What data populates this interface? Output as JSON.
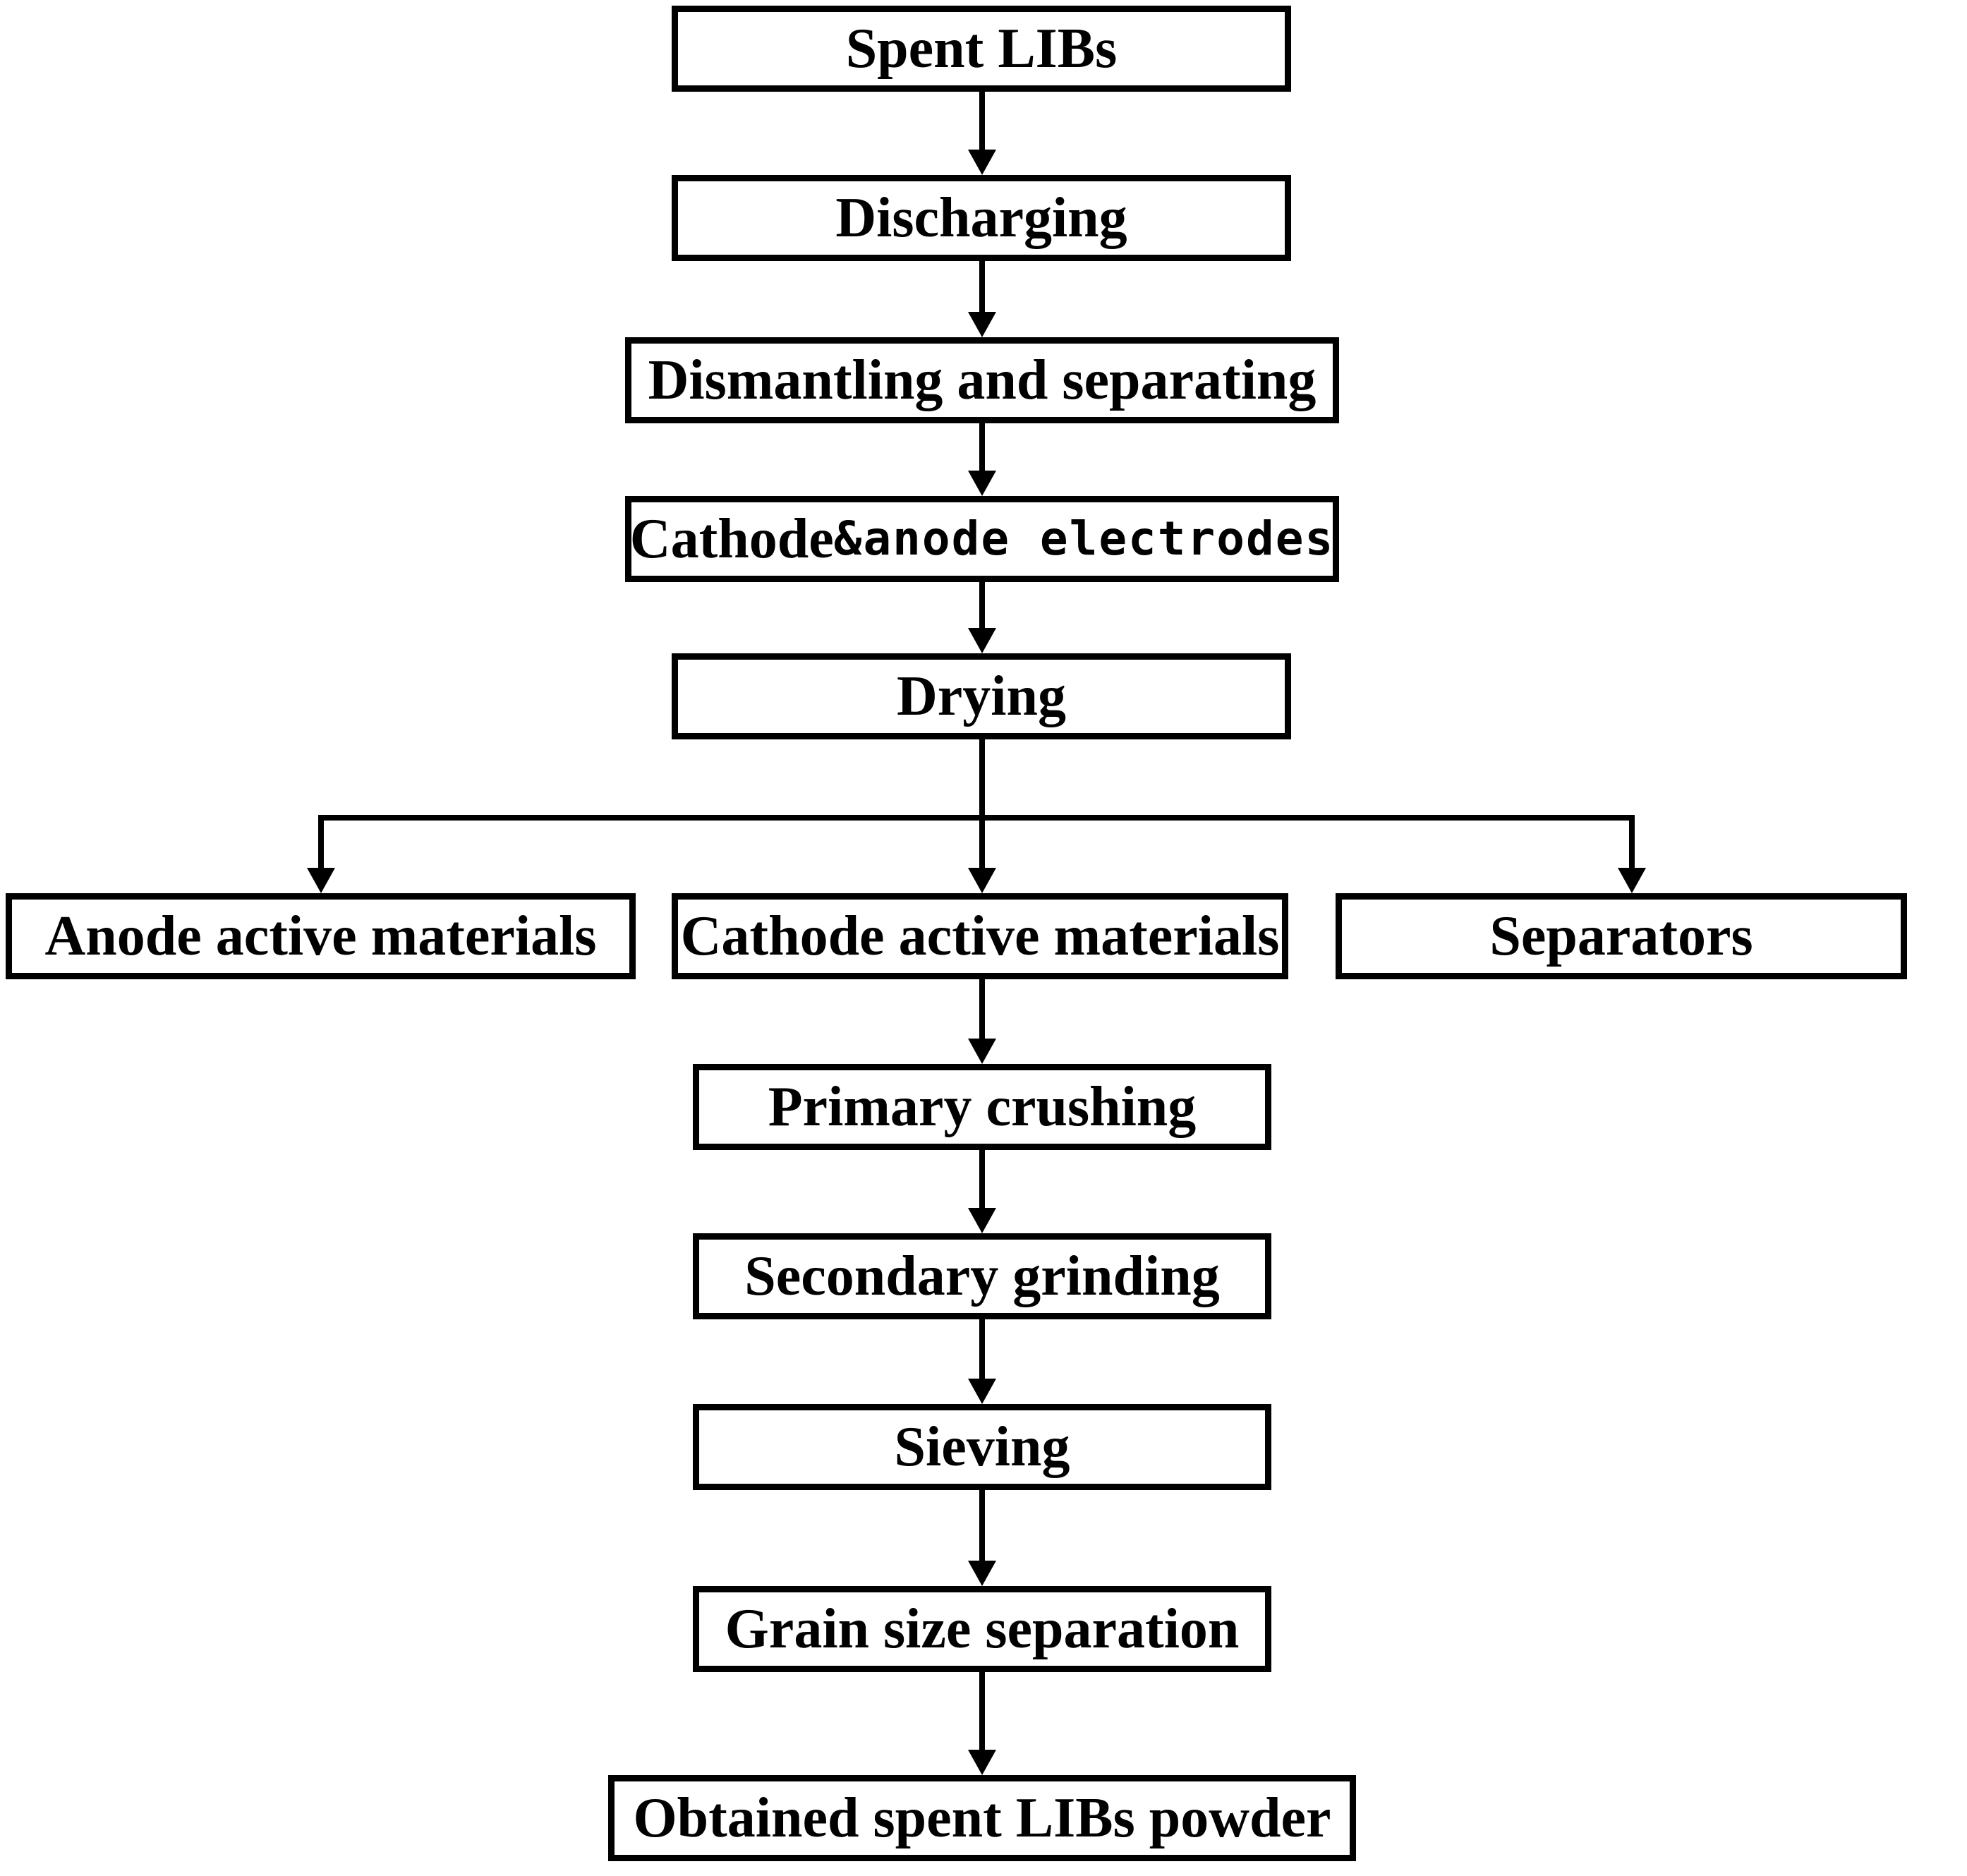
{
  "colors": {
    "ink": "#000000",
    "background": "#ffffff",
    "box_fill": "#ffffff"
  },
  "nodes": {
    "spent_libs": "Spent LIBs",
    "discharging": "Discharging",
    "dismantling": "Dismantling and separating",
    "electrodes": {
      "prefix": "Cathode",
      "suffix": "&anode electrodes"
    },
    "drying": "Drying",
    "anode_materials": "Anode active materials",
    "cathode_materials": "Cathode active materials",
    "separators": "Separators",
    "primary_crushing": "Primary crushing",
    "secondary_grinding": "Secondary grinding",
    "sieving": "Sieving",
    "grain_size_separation": "Grain size separation",
    "obtained_powder": "Obtained spent LIBs powder"
  }
}
